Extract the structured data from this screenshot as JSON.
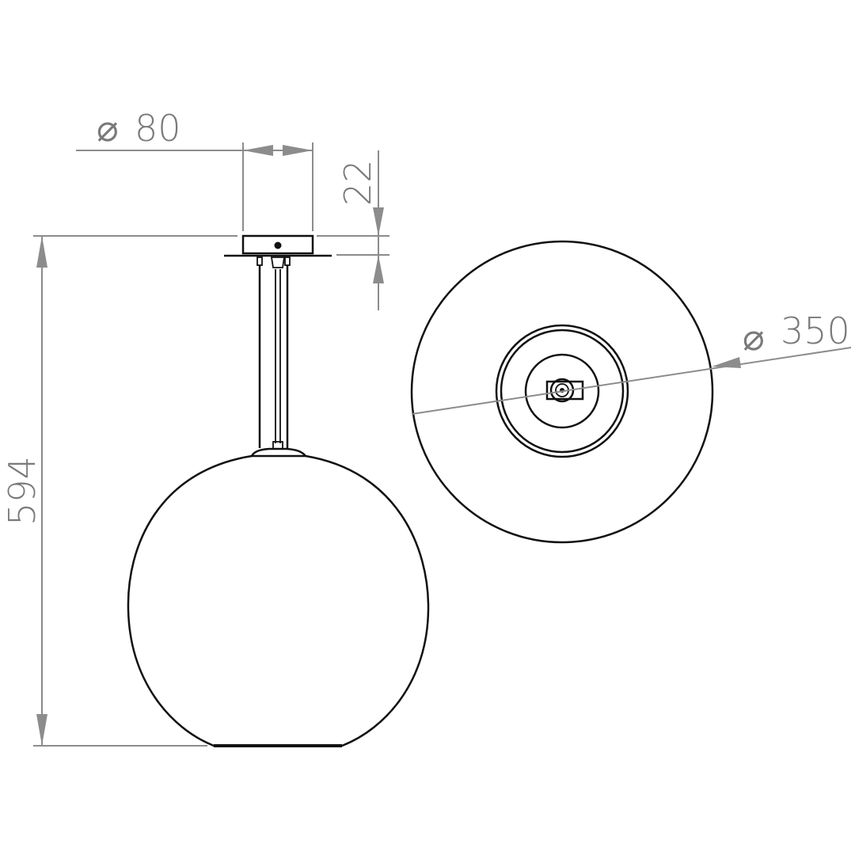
{
  "dimensions": {
    "canopy_diameter": {
      "symbol": "⌀",
      "value": "80"
    },
    "canopy_height": {
      "value": "22"
    },
    "total_height": {
      "value": "594"
    },
    "globe_diameter": {
      "symbol": "⌀",
      "value": "350"
    }
  },
  "colors": {
    "dimension": "#8c8c8c",
    "outline": "#111111",
    "background": "#ffffff"
  }
}
